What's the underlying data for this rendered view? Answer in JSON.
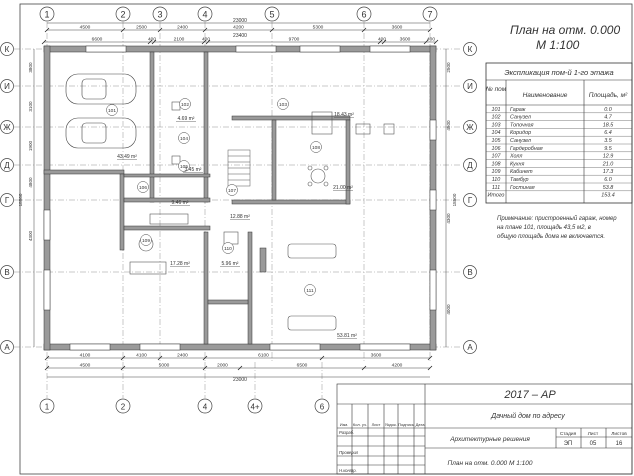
{
  "plan": {
    "title": "План на отм. 0.000",
    "scale": "М 1:100",
    "overall_dim_top": "23000",
    "overall_dim_top2": "23400",
    "overall_dim_bottom": "23000",
    "left_overall": "18860",
    "right_overall": "18500",
    "top_axes": [
      "1",
      "2",
      "3",
      "4",
      "5",
      "6",
      "7"
    ],
    "bottom_axes": [
      "1",
      "2",
      "4",
      "4+",
      "6"
    ],
    "side_axes": [
      "К",
      "И",
      "Ж",
      "Д",
      "Г",
      "В",
      "А"
    ],
    "top_dims_row1": [
      "4500",
      "2500",
      "2400",
      "4200",
      "5300",
      "3600"
    ],
    "top_dims_row2": [
      "6600",
      "400",
      "2100",
      "400",
      "9700",
      "400",
      "3600",
      "400"
    ],
    "bottom_dims_row1": [
      "4100",
      "4100",
      "2400",
      "6100",
      "3600"
    ],
    "bottom_dims_row2": [
      "4500",
      "5000",
      "2000",
      "6500",
      "4200"
    ],
    "left_dims": [
      "3800",
      "3100",
      "1900",
      "4800",
      "4300"
    ],
    "right_dims": [
      "2500",
      "4500",
      "4300",
      "4000"
    ],
    "rooms": [
      {
        "no": "101"
      },
      {
        "no": "102"
      },
      {
        "no": "103"
      },
      {
        "no": "104"
      },
      {
        "no": "105"
      },
      {
        "no": "106"
      },
      {
        "no": "107"
      },
      {
        "no": "108"
      },
      {
        "no": "109"
      },
      {
        "no": "110"
      },
      {
        "no": "111"
      }
    ],
    "areas": [
      "4.69 m²",
      "43.49 m²",
      "3.45 m²",
      "9.46 m²",
      "18.43 m²",
      "21.00 m²",
      "12.88 m²",
      "17.28 m²",
      "5.96 m²",
      "53.81 m²"
    ]
  },
  "explication": {
    "title": "Экспликация пом-й 1-го этажа",
    "header_no": "№ пом",
    "header_name": "Наименование",
    "header_area": "Площадь, м²",
    "rows": [
      {
        "no": "101",
        "name": "Гараж",
        "area": "0.0"
      },
      {
        "no": "102",
        "name": "Санузел",
        "area": "4.7"
      },
      {
        "no": "103",
        "name": "Топочная",
        "area": "18.5"
      },
      {
        "no": "104",
        "name": "Коридор",
        "area": "6.4"
      },
      {
        "no": "105",
        "name": "Санузел",
        "area": "3.5"
      },
      {
        "no": "106",
        "name": "Гардеробная",
        "area": "9.5"
      },
      {
        "no": "107",
        "name": "Холл",
        "area": "12.9"
      },
      {
        "no": "108",
        "name": "Кухня",
        "area": "21.0"
      },
      {
        "no": "109",
        "name": "Кабинет",
        "area": "17.3"
      },
      {
        "no": "110",
        "name": "Тамбур",
        "area": "6.0"
      },
      {
        "no": "111",
        "name": "Гостиная",
        "area": "53.8"
      }
    ],
    "total_label": "Итого",
    "total_area": "153.4",
    "note": "Примечание: пристроенный гараж, номер на плане 101, площадь 43,5 м2, в общую площадь дома не включается."
  },
  "stamp": {
    "code": "2017 – АР",
    "project": "Дачный дом по адресу",
    "section": "Архитектурные решения",
    "sheet_title": "План на отм. 0.000 М 1:100",
    "hdr_stage": "Стадия",
    "hdr_sheet": "Лист",
    "hdr_sheets": "Листов",
    "stage": "ЭП",
    "sheet": "05",
    "sheets": "16",
    "col_labels": [
      "Изм.",
      "Кол. уч.",
      "Лист",
      "№док.",
      "Подпись",
      "Дата"
    ],
    "row_labels": [
      "Разраб.",
      "Проверил",
      "Н.контр."
    ]
  },
  "colors": {
    "wall": "#9a9a9a",
    "line": "#444444",
    "grid": "#777777"
  }
}
